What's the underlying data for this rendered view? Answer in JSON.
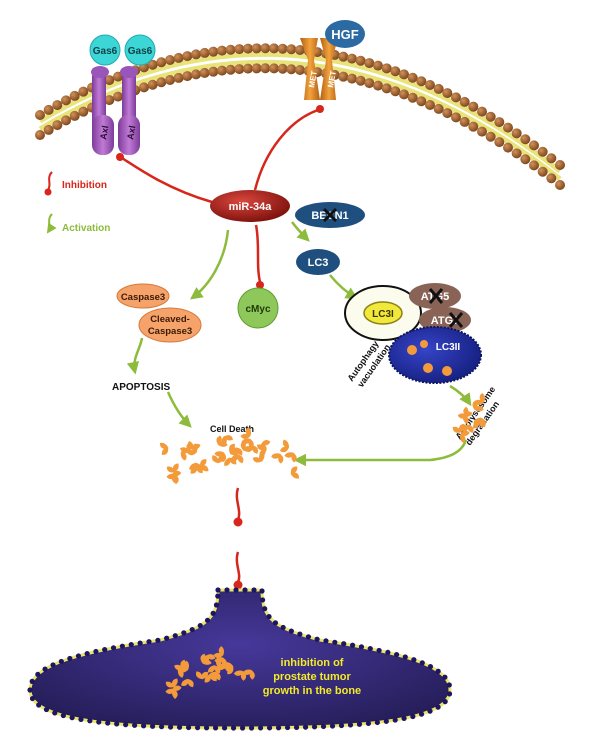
{
  "legend": {
    "inhibition": "Inhibition",
    "activation": "Activation"
  },
  "receptors": {
    "gas6_left": "Gas6",
    "gas6_right": "Gas6",
    "axl_left": "Axl",
    "axl_right": "Axl",
    "hgf": "HGF",
    "met_left": "MET",
    "met_right": "MET"
  },
  "nodes": {
    "mir34a": "miR-34a",
    "beclin1": "BECN1",
    "lc3": "LC3",
    "caspase3": "Caspase3",
    "cleaved_caspase3_line1": "Cleaved-",
    "cleaved_caspase3_line2": "Caspase3",
    "cmyc": "cMyc",
    "lc3i": "LC3I",
    "atg5": "ATG5",
    "atg7": "ATG7",
    "lc3ii": "LC3II"
  },
  "labels": {
    "autophagy_line1": "Autophagy",
    "autophagy_line2": "vacuolation",
    "autolysosome_line1": "Autolysosome",
    "autolysosome_line2": "degradation",
    "apoptosis": "APOPTOSIS",
    "cell_death": "Cell Death",
    "tumor_line1": "inhibition of",
    "tumor_line2": "prostate tumor",
    "tumor_line3": "growth in the bone"
  },
  "colors": {
    "inhibition": "#d7261b",
    "activation": "#8dbb3c",
    "mir34a": "#a11a14",
    "beclin": "#1f4f7e",
    "caspase": "#f6a36b",
    "cmyc": "#8fc85a",
    "lc3ii": "#1c2aa0",
    "atg": "#8a6357",
    "tumor": "#2e2467",
    "fragment": "#f39a3a",
    "tumor_text": "#f2ea2a"
  }
}
